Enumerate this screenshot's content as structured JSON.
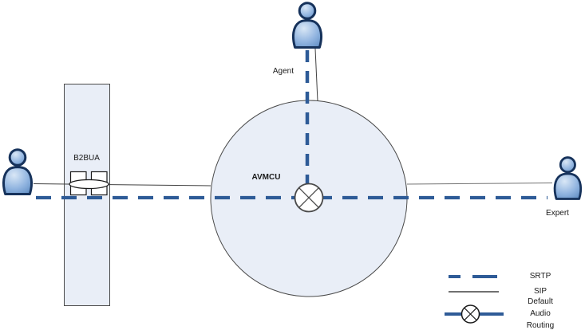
{
  "labels": {
    "agent": "Agent",
    "b2bua": "B2BUA",
    "avmcu": "AVMCU",
    "expert": "Expert"
  },
  "legend": {
    "srtp": "SRTP",
    "sip": "SIP",
    "default_audio_routing": "Default Audio Routing"
  },
  "icons": {
    "agent": "person-icon",
    "caller": "person-icon",
    "expert": "person-icon",
    "b2bua_gateway": "gateway-icon",
    "audio_mixer": "crossed-circle-icon"
  },
  "colors": {
    "srtp_blue": "#2e5b97",
    "node_fill": "#e9eef7",
    "node_stroke": "#4a4a4a",
    "sip_line": "#404040",
    "person_outline": "#16325b",
    "text": "#1a1a1a"
  }
}
